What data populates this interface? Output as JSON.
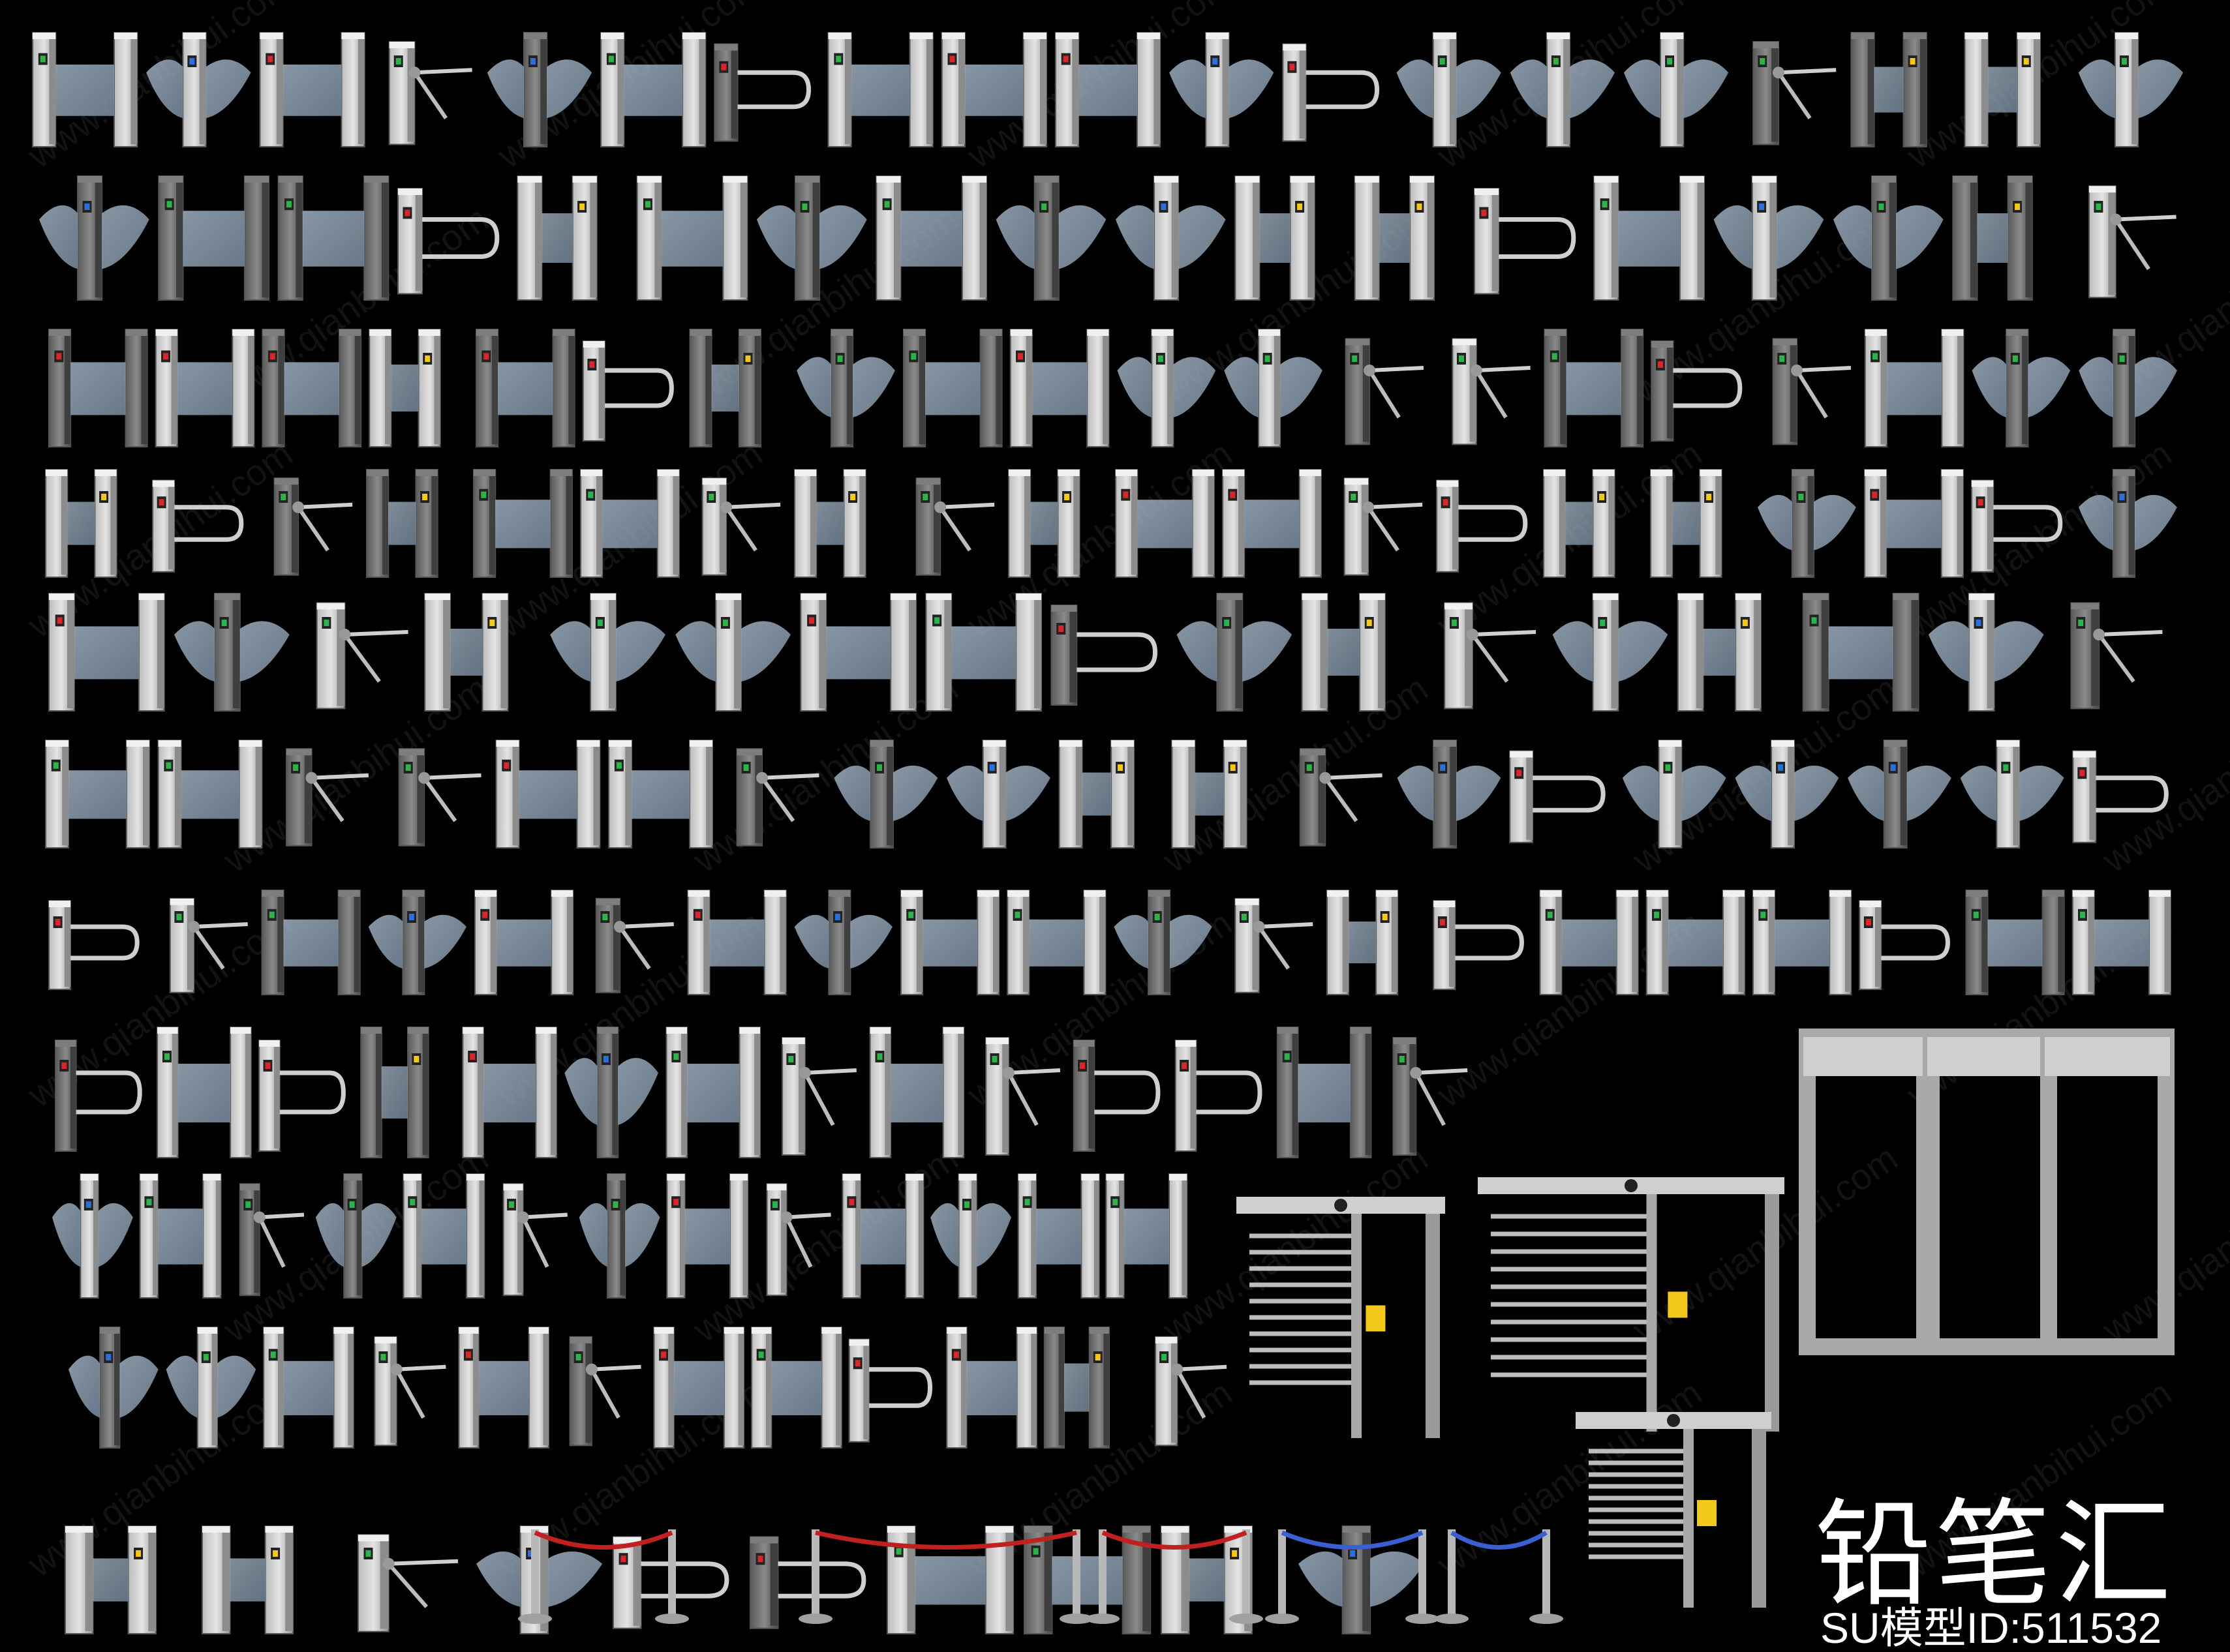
{
  "watermark": {
    "brand_text": "铅笔汇",
    "model_id_text": "SU模型ID:511532",
    "background_text": "www.qianbihui.com"
  },
  "palette": {
    "background": "#000000",
    "metal_light": "#d8d8d8",
    "metal_mid": "#a8a8a8",
    "metal_dark": "#6a6a6a",
    "glass": "#8fa1b3",
    "indicator_green": "#2db34a",
    "indicator_red": "#d9262b",
    "indicator_yellow": "#f2c81b",
    "indicator_blue": "#2b6fd9",
    "rope_red": "#c0201f",
    "belt_blue": "#3a5fd0"
  },
  "icons": [
    "turnstile-icon",
    "swing-gate-icon",
    "flap-barrier-icon",
    "tripod-turnstile-icon",
    "full-height-turnstile-icon",
    "metal-detector-door-icon",
    "stanchion-icon",
    "card-reader-icon",
    "arrow-indicator-icon"
  ]
}
